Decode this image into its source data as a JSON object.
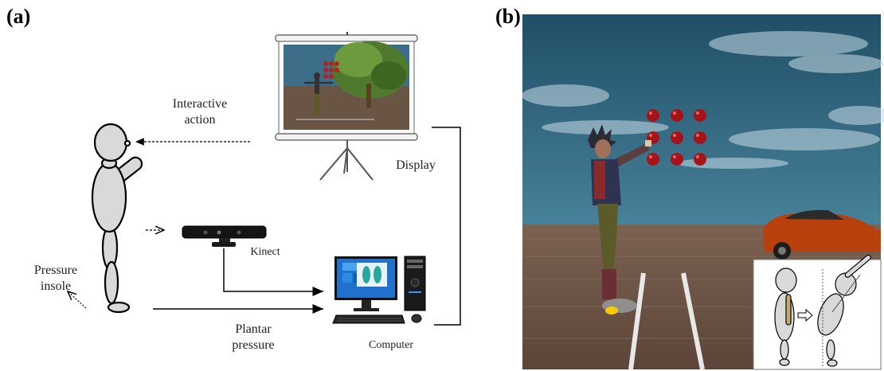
{
  "panel_a": {
    "letter": "(a)",
    "interactive_action_1": "Interactive",
    "interactive_action_2": "action",
    "display": "Display",
    "kinect": "Kinect",
    "pressure_insole_1": "Pressure",
    "pressure_insole_2": "insole",
    "plantar_pressure_1": "Plantar",
    "plantar_pressure_2": "pressure",
    "computer": "Computer"
  },
  "panel_b": {
    "letter": "(b)"
  },
  "colors": {
    "figure_fill": "#d9d9d9",
    "sky_top": "#1f4f66",
    "sky_bottom": "#6fa3b8",
    "ground": "#6b5244",
    "apple": "#a3141b",
    "car": "#b8400d"
  }
}
